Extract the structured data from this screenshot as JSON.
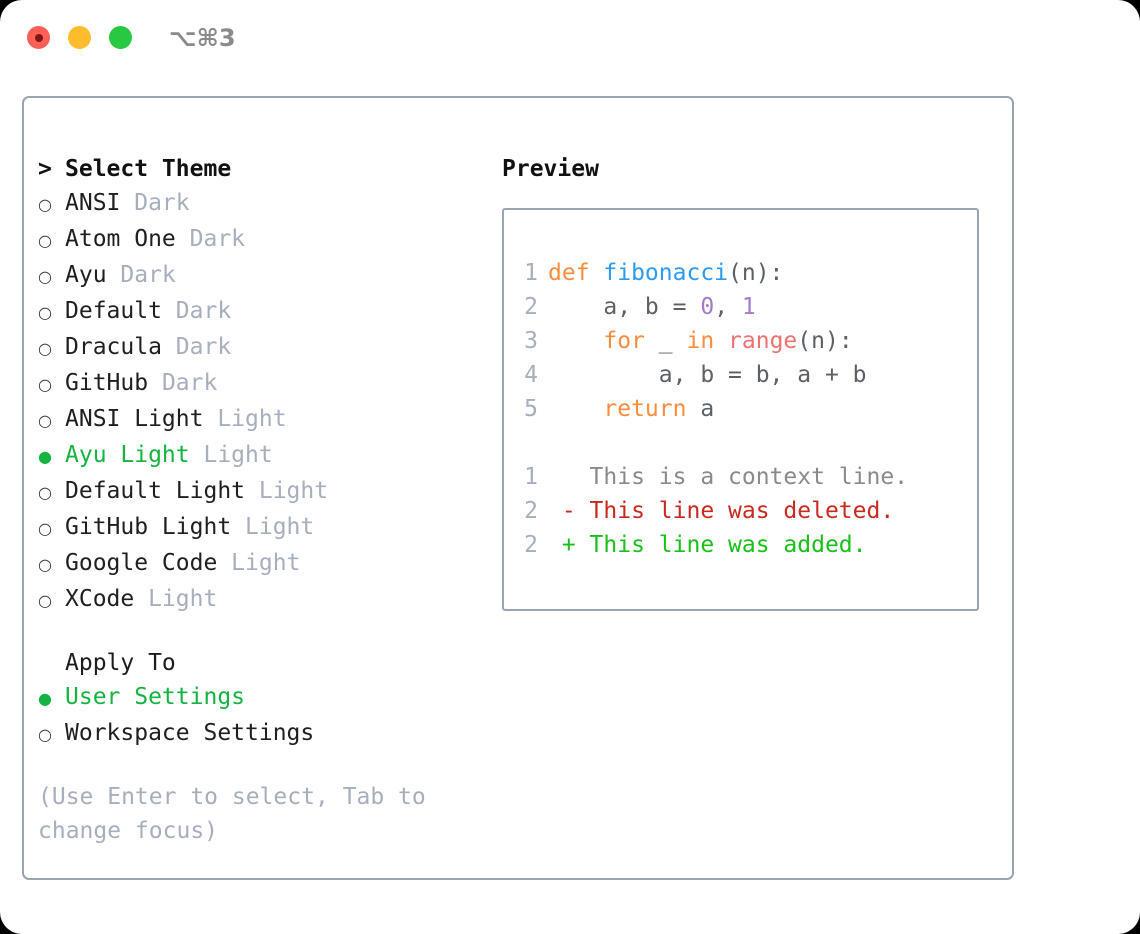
{
  "window": {
    "title": "⌥⌘3",
    "controls": [
      "close",
      "minimize",
      "maximize"
    ]
  },
  "colors": {
    "accent_green": "#15B341",
    "muted": "#A7AFBD",
    "border": "#9AA5B4",
    "keyword": "#FA8D3E",
    "function": "#2B9BF4",
    "number": "#A37ACC",
    "builtin": "#F07171",
    "text": "#5C6166",
    "diff_removed": "#C92A20",
    "diff_added": "#19C019"
  },
  "theme_section": {
    "caret": ">",
    "title": "Select Theme",
    "marker_selected": "●",
    "marker_unselected": "○",
    "items": [
      {
        "label": "ANSI",
        "suffix": "Dark",
        "selected": false
      },
      {
        "label": "Atom One",
        "suffix": "Dark",
        "selected": false
      },
      {
        "label": "Ayu",
        "suffix": "Dark",
        "selected": false
      },
      {
        "label": "Default",
        "suffix": "Dark",
        "selected": false
      },
      {
        "label": "Dracula",
        "suffix": "Dark",
        "selected": false
      },
      {
        "label": "GitHub",
        "suffix": "Dark",
        "selected": false
      },
      {
        "label": "ANSI Light",
        "suffix": "Light",
        "selected": false
      },
      {
        "label": "Ayu Light",
        "suffix": "Light",
        "selected": true
      },
      {
        "label": "Default Light",
        "suffix": "Light",
        "selected": false
      },
      {
        "label": "GitHub Light",
        "suffix": "Light",
        "selected": false
      },
      {
        "label": "Google Code",
        "suffix": "Light",
        "selected": false
      },
      {
        "label": "XCode",
        "suffix": "Light",
        "selected": false
      }
    ]
  },
  "apply_section": {
    "title": "Apply To",
    "items": [
      {
        "label": "User Settings",
        "selected": true
      },
      {
        "label": "Workspace Settings",
        "selected": false
      }
    ]
  },
  "hint": "(Use Enter to select, Tab to change focus)",
  "preview": {
    "title": "Preview",
    "code_lines": [
      {
        "no": "1",
        "tokens": [
          {
            "t": "def ",
            "c": "kw"
          },
          {
            "t": "fibonacci",
            "c": "fn"
          },
          {
            "t": "(n):",
            "c": "txt"
          }
        ]
      },
      {
        "no": "2",
        "tokens": [
          {
            "t": "    a, b = ",
            "c": "txt"
          },
          {
            "t": "0",
            "c": "num"
          },
          {
            "t": ", ",
            "c": "txt"
          },
          {
            "t": "1",
            "c": "num"
          }
        ]
      },
      {
        "no": "3",
        "tokens": [
          {
            "t": "    ",
            "c": "txt"
          },
          {
            "t": "for",
            "c": "kw"
          },
          {
            "t": " _ ",
            "c": "txt"
          },
          {
            "t": "in",
            "c": "kw"
          },
          {
            "t": " ",
            "c": "txt"
          },
          {
            "t": "range",
            "c": "bi"
          },
          {
            "t": "(n):",
            "c": "txt"
          }
        ]
      },
      {
        "no": "4",
        "tokens": [
          {
            "t": "        a, b = b, a + b",
            "c": "txt"
          }
        ]
      },
      {
        "no": "5",
        "tokens": [
          {
            "t": "    ",
            "c": "txt"
          },
          {
            "t": "return",
            "c": "kw"
          },
          {
            "t": " a",
            "c": "txt"
          }
        ]
      }
    ],
    "diff_lines": [
      {
        "no": "1",
        "tokens": [
          {
            "t": "   This is a context line.",
            "c": "ctx"
          }
        ]
      },
      {
        "no": "2",
        "tokens": [
          {
            "t": " - This line was deleted.",
            "c": "del"
          }
        ]
      },
      {
        "no": "2",
        "tokens": [
          {
            "t": " + This line was added.",
            "c": "add"
          }
        ]
      }
    ]
  }
}
